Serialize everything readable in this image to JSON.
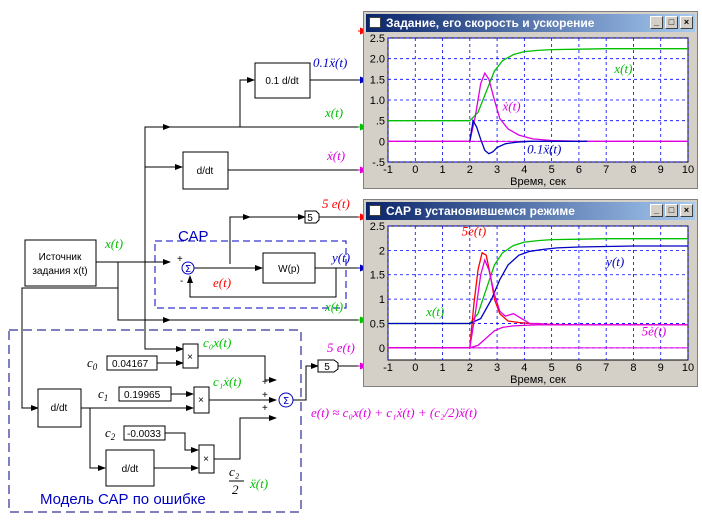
{
  "colors": {
    "red": "#ff0000",
    "green": "#00c000",
    "blue": "#0000c0",
    "magenta": "#e000e0",
    "accent": "#0a246a"
  },
  "blocks": {
    "source": [
      "Источник",
      "задания x(t)"
    ],
    "ddt_top": "0.1 d/dt",
    "ddt": "d/dt",
    "wp": "W(p)",
    "cap": "САР",
    "gain5": "5",
    "c0_value": "0.04167",
    "c1_value": "0.19965",
    "c2_value": "-0.0033",
    "c0": "c",
    "c1": "c",
    "c2": "c",
    "c0_sub": "0",
    "c1_sub": "1",
    "c2_sub": "2",
    "model_label": "Модель САР по ошибке",
    "sum": "Σ",
    "mult": "×"
  },
  "signals": {
    "x": "x(t)",
    "x_acc": "0.1ẍ(t)",
    "x_dot": "ẋ(t)",
    "e5": "5 e(t)",
    "y": "y(t)",
    "e": "e(t)",
    "c0x": "c₀x(t)",
    "c1x": "c₁ẋ(t)",
    "c2x": "ẍ(t)",
    "c2frac_num": "c₂",
    "c2frac_den": "2",
    "formula": "e(t) ≈ c₀x(t) + c₁ẋ(t) + (c₂/2)ẍ(t)"
  },
  "window1": {
    "title": "Задание, его скорость и ускорение",
    "xlabel": "Время, сек"
  },
  "window2": {
    "title": "САР в установившемся режиме",
    "xlabel": "Время, сек"
  },
  "chart_data": [
    {
      "type": "line",
      "title": "Задание, его скорость и ускорение",
      "xlabel": "Время, сек",
      "ylabel": "",
      "xlim": [
        -1,
        10
      ],
      "ylim": [
        -0.5,
        2.5
      ],
      "xticks": [
        "-1",
        "0",
        "1",
        "2",
        "3",
        "4",
        "5",
        "6",
        "7",
        "8",
        "9",
        "10"
      ],
      "yticks": [
        "2.5",
        "2.0",
        "1.5",
        "1.0",
        ".5",
        "0",
        "-.5"
      ],
      "grid": true,
      "series": [
        {
          "name": "x(t)",
          "color": "#00c000",
          "x": [
            -1,
            2,
            2.3,
            2.6,
            2.9,
            3.2,
            3.6,
            4,
            4.5,
            5,
            6,
            7,
            8,
            10
          ],
          "y": [
            0.5,
            0.5,
            0.7,
            1.2,
            1.7,
            1.95,
            2.1,
            2.17,
            2.2,
            2.22,
            2.23,
            2.24,
            2.24,
            2.24
          ]
        },
        {
          "name": "ẋ(t)",
          "color": "#e000e0",
          "x": [
            -1,
            2,
            2.2,
            2.4,
            2.55,
            2.7,
            2.9,
            3.1,
            3.4,
            3.8,
            4.3,
            5,
            6,
            10
          ],
          "y": [
            0,
            0,
            0.6,
            1.4,
            1.65,
            1.5,
            1.0,
            0.55,
            0.3,
            0.15,
            0.06,
            0.02,
            0,
            0
          ]
        },
        {
          "name": "0.1ẍ(t)",
          "color": "#0000c0",
          "x": [
            2,
            2.12,
            2.25,
            2.4,
            2.55,
            2.7,
            2.85,
            3.0,
            3.3,
            3.7,
            4.2,
            5,
            6.3
          ],
          "y": [
            0,
            0.5,
            0.35,
            0.05,
            -0.22,
            -0.3,
            -0.25,
            -0.15,
            -0.06,
            -0.02,
            0,
            0,
            0
          ]
        }
      ],
      "annotations": [
        "x(t)",
        "ẋ(t)",
        "0.1ẍ(t)"
      ]
    },
    {
      "type": "line",
      "title": "САР в установившемся режиме",
      "xlabel": "Время, сек",
      "ylabel": "",
      "xlim": [
        -1,
        10
      ],
      "ylim": [
        -0.25,
        2.5
      ],
      "xticks": [
        "-1",
        "0",
        "1",
        "2",
        "3",
        "4",
        "5",
        "6",
        "7",
        "8",
        "9",
        "10"
      ],
      "yticks": [
        "2.5",
        "2",
        "1.5",
        "1",
        "0.5",
        "0"
      ],
      "grid": true,
      "series": [
        {
          "name": "x(t)",
          "color": "#00c000",
          "x": [
            -1,
            2,
            2.3,
            2.6,
            2.9,
            3.2,
            3.6,
            4,
            4.5,
            5,
            6,
            7,
            8,
            10
          ],
          "y": [
            0.5,
            0.5,
            0.7,
            1.2,
            1.7,
            1.95,
            2.1,
            2.17,
            2.2,
            2.22,
            2.23,
            2.24,
            2.24,
            2.24
          ]
        },
        {
          "name": "5e(t)",
          "color": "#ff0000",
          "x": [
            -1,
            2,
            2.15,
            2.3,
            2.45,
            2.6,
            2.75,
            2.9,
            3.1,
            3.4,
            3.8,
            4.2,
            4.6,
            5,
            6,
            10
          ],
          "y": [
            0,
            0,
            0.9,
            1.6,
            1.95,
            1.9,
            1.5,
            1.0,
            0.7,
            0.55,
            0.52,
            0.5,
            0.49,
            0.48,
            0.47,
            0.47
          ]
        },
        {
          "name": "y(t)",
          "color": "#0000c0",
          "x": [
            -1,
            2,
            2.4,
            2.8,
            3.1,
            3.4,
            3.8,
            4.2,
            4.7,
            5.2,
            6,
            7,
            8,
            10
          ],
          "y": [
            0.5,
            0.5,
            0.6,
            1.0,
            1.4,
            1.7,
            1.9,
            1.98,
            2.02,
            2.05,
            2.07,
            2.08,
            2.09,
            2.09
          ]
        },
        {
          "name": "ẋ(t)",
          "color": "#e000e0",
          "x": [
            -1,
            2,
            2.2,
            2.4,
            2.55,
            2.7,
            2.9,
            3.1,
            3.3,
            3.6,
            3.9,
            4.2,
            4.5,
            5,
            6,
            10
          ],
          "y": [
            0,
            0,
            0.7,
            1.5,
            1.8,
            1.6,
            1.1,
            0.75,
            0.65,
            0.7,
            0.6,
            0.5,
            0.5,
            0.47,
            0.47,
            0.47
          ]
        },
        {
          "name": "5ė(t)",
          "color": "#e000e0",
          "x": [
            -1,
            2,
            2.3,
            2.6,
            2.9,
            3.2,
            3.6,
            4,
            4.5,
            5,
            6,
            10
          ],
          "y": [
            0,
            0,
            0.05,
            0.2,
            0.35,
            0.42,
            0.45,
            0.46,
            0.47,
            0.47,
            0.47,
            0.47
          ]
        }
      ],
      "annotations": [
        "5e(t)",
        "x(t)",
        "y(t)",
        "5ė(t)"
      ]
    }
  ]
}
